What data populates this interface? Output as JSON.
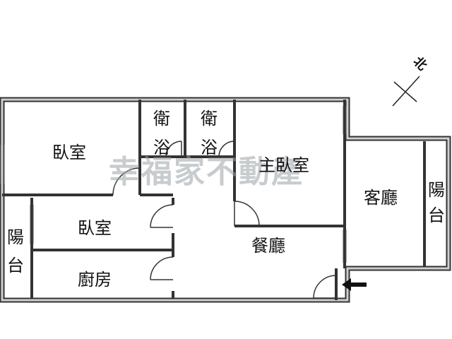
{
  "watermark": "幸福家不動產",
  "compass": {
    "label": "北"
  },
  "rooms": {
    "bedroom_top_left": "臥室",
    "bath_left_1": "衛",
    "bath_left_2": "浴",
    "bath_right_1": "衛",
    "bath_right_2": "浴",
    "master_bedroom": "主臥室",
    "living_room": "客廳",
    "balcony_right_1": "陽",
    "balcony_right_2": "台",
    "balcony_left_1": "陽",
    "balcony_left_2": "台",
    "bedroom_middle": "臥室",
    "kitchen": "廚房",
    "dining_room": "餐廳"
  },
  "entrance_arrow_icon": "arrow-left-icon"
}
